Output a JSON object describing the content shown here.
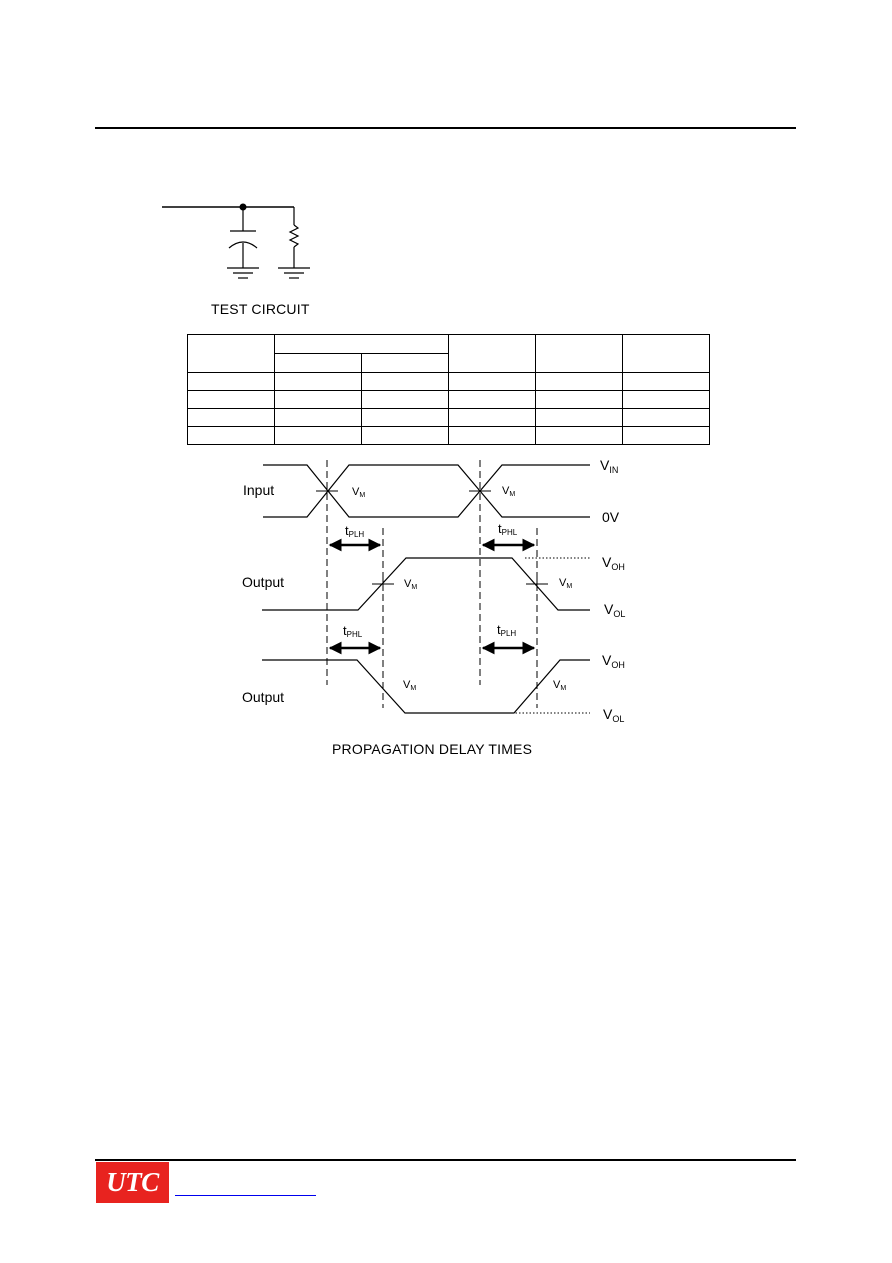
{
  "captions": {
    "test_circuit": "TEST CIRCUIT",
    "propagation_delay_times": "PROPAGATION DELAY TIMES"
  },
  "waveform_labels": {
    "input": "Input",
    "output_1": "Output",
    "output_2": "Output",
    "v_in": {
      "base": "V",
      "sub": "IN"
    },
    "zero_v": "0V",
    "v_oh": {
      "base": "V",
      "sub": "OH"
    },
    "v_ol": {
      "base": "V",
      "sub": "OL"
    },
    "v_m": {
      "base": "V",
      "sub": "M"
    },
    "t_plh": {
      "base": "t",
      "sub": "PLH"
    },
    "t_phl": {
      "base": "t",
      "sub": "PHL"
    }
  },
  "table": {
    "body_rows": 4,
    "columns": 6
  },
  "footer": {
    "logo_text": "UTC"
  },
  "colors": {
    "logo_background": "#e8231f",
    "link": "#0000ee"
  }
}
